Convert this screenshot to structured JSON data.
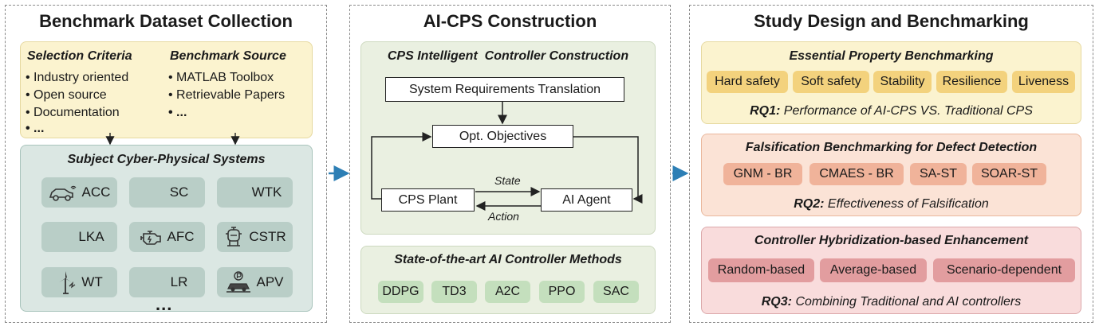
{
  "panels": {
    "collection": {
      "title": "Benchmark Dataset Collection",
      "selection": {
        "title": "Selection Criteria",
        "items": [
          "Industry oriented",
          "Open source",
          "Documentation",
          "..."
        ]
      },
      "source": {
        "title": "Benchmark Source",
        "items": [
          "MATLAB Toolbox",
          "Retrievable Papers",
          "..."
        ]
      },
      "subject": {
        "title": "Subject Cyber-Physical Systems",
        "tiles": [
          {
            "label": "ACC",
            "icon": "car-wifi-icon"
          },
          {
            "label": "SC",
            "icon": ""
          },
          {
            "label": "WTK",
            "icon": ""
          },
          {
            "label": "LKA",
            "icon": ""
          },
          {
            "label": "AFC",
            "icon": "engine-icon"
          },
          {
            "label": "CSTR",
            "icon": "reactor-icon"
          },
          {
            "label": "WT",
            "icon": "wind-turbine-icon"
          },
          {
            "label": "LR",
            "icon": ""
          },
          {
            "label": "APV",
            "icon": "parking-car-icon"
          }
        ],
        "more": "..."
      }
    },
    "construction": {
      "title": "AI-CPS Construction",
      "controller": {
        "title": "CPS Intelligent  Controller Construction",
        "requirements": "System Requirements Translation",
        "objectives": "Opt. Objectives",
        "plant": "CPS Plant",
        "agent": "AI Agent",
        "state": "State",
        "action": "Action"
      },
      "methods": {
        "title": "State-of-the-art AI Controller Methods",
        "items": [
          "DDPG",
          "TD3",
          "A2C",
          "PPO",
          "SAC"
        ]
      }
    },
    "study": {
      "title": "Study Design and Benchmarking",
      "property": {
        "title": "Essential Property Benchmarking",
        "chips": [
          "Hard safety",
          "Soft safety",
          "Stability",
          "Resilience",
          "Liveness"
        ],
        "rq_label": "RQ1:",
        "rq_text": "Performance of AI-CPS VS. Traditional CPS"
      },
      "falsification": {
        "title": "Falsification Benchmarking for Defect Detection",
        "chips": [
          "GNM - BR",
          "CMAES - BR",
          "SA-ST",
          "SOAR-ST"
        ],
        "rq_label": "RQ2:",
        "rq_text": "Effectiveness of Falsification"
      },
      "hybrid": {
        "title": "Controller Hybridization-based Enhancement",
        "chips": [
          "Random-based",
          "Average-based",
          "Scenario-dependent"
        ],
        "rq_label": "RQ3:",
        "rq_text": "Combining Traditional and AI controllers"
      }
    }
  },
  "colors": {
    "yellow_box": "#fbf3cf",
    "teal_box": "#dbe7e3",
    "tile": "#b9cec7",
    "green_box": "#eaf0e1",
    "green_chip": "#c4dfbd",
    "yellow_chip": "#f3d27d",
    "orange_box": "#fbe3d6",
    "orange_chip": "#f0b39a",
    "pink_box": "#f9dcdc",
    "pink_chip": "#e29d9f",
    "arrow_blue": "#2d7fb5"
  }
}
